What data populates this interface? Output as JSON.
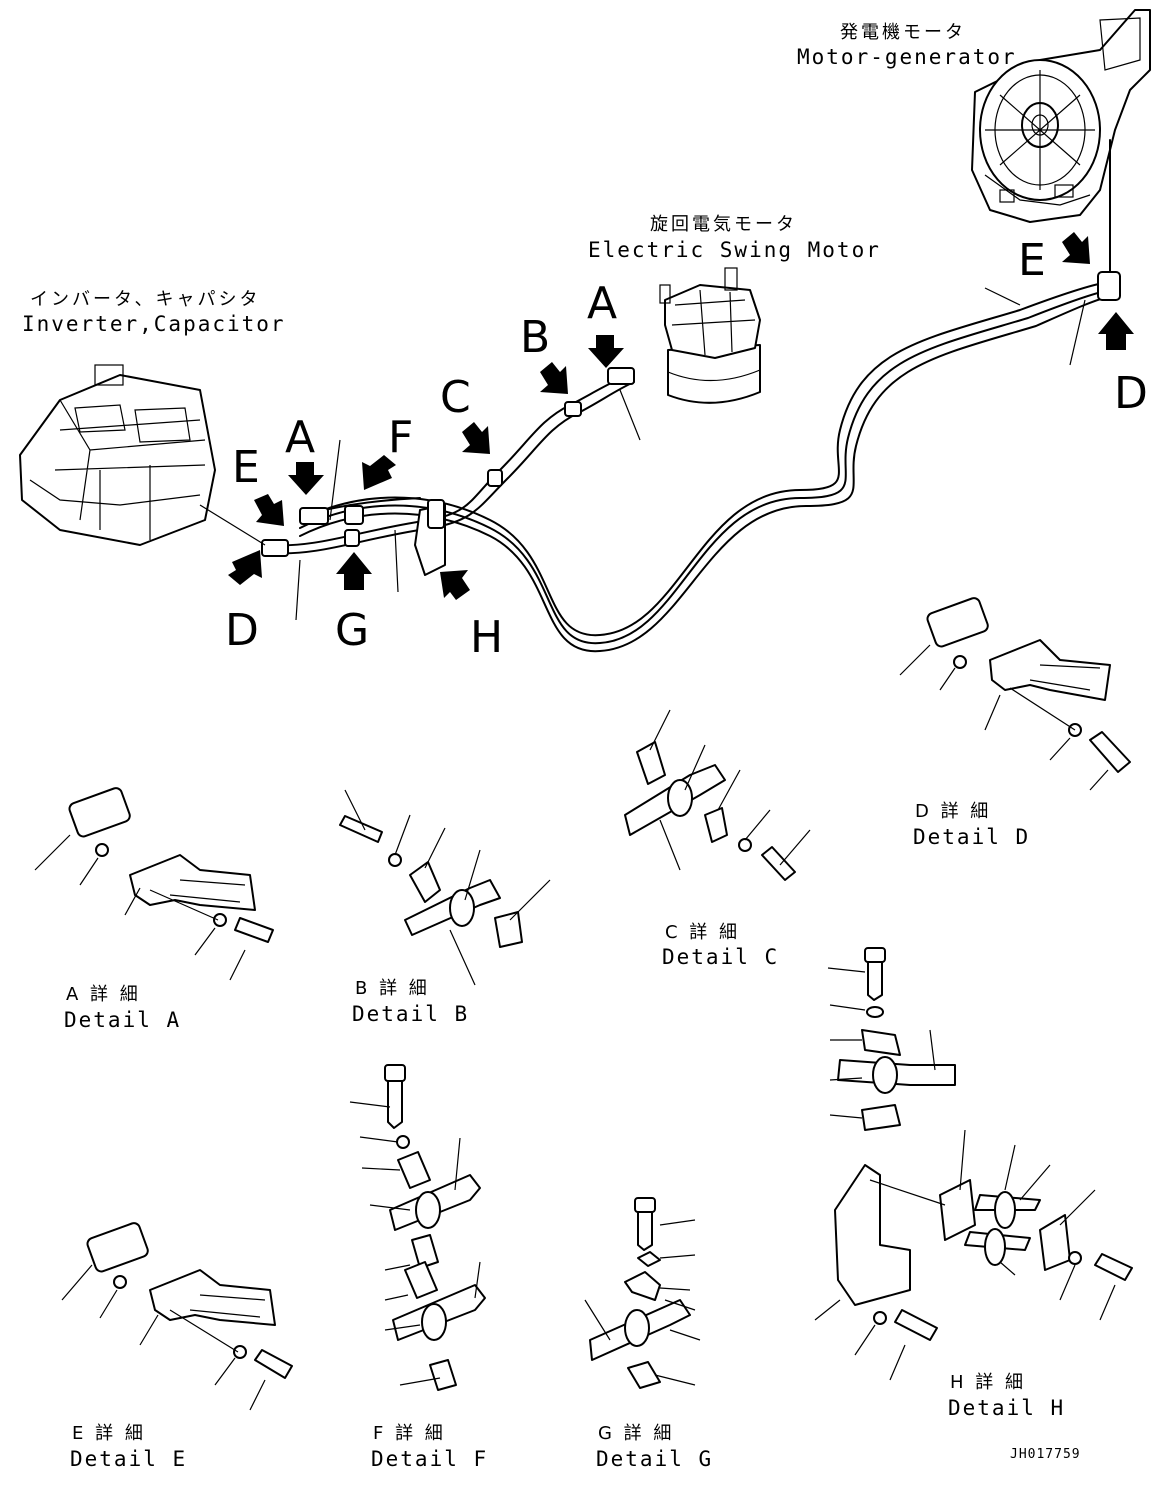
{
  "components": {
    "motor_generator": {
      "jp": "発電機モータ",
      "en": "Motor-generator"
    },
    "swing_motor": {
      "jp": "旋回電気モータ",
      "en": "Electric Swing Motor"
    },
    "inverter": {
      "jp": "インバータ、キャパシタ",
      "en": "Inverter,Capacitor"
    }
  },
  "callouts": {
    "a1": "A",
    "b1": "B",
    "c1": "C",
    "e1": "E",
    "d1": "D",
    "a2": "A",
    "e2": "E",
    "f1": "F",
    "d2": "D",
    "g1": "G",
    "h1": "H"
  },
  "details": {
    "a": {
      "jp": "A 詳 細",
      "en": "Detail A"
    },
    "b": {
      "jp": "B 詳 細",
      "en": "Detail B"
    },
    "c": {
      "jp": "C 詳 細",
      "en": "Detail C"
    },
    "d": {
      "jp": "D 詳 細",
      "en": "Detail D"
    },
    "e": {
      "jp": "E 詳 細",
      "en": "Detail E"
    },
    "f": {
      "jp": "F 詳 細",
      "en": "Detail F"
    },
    "g": {
      "jp": "G 詳 細",
      "en": "Detail G"
    },
    "h": {
      "jp": "H 詳 細",
      "en": "Detail H"
    }
  },
  "drawing_code": "JH017759"
}
